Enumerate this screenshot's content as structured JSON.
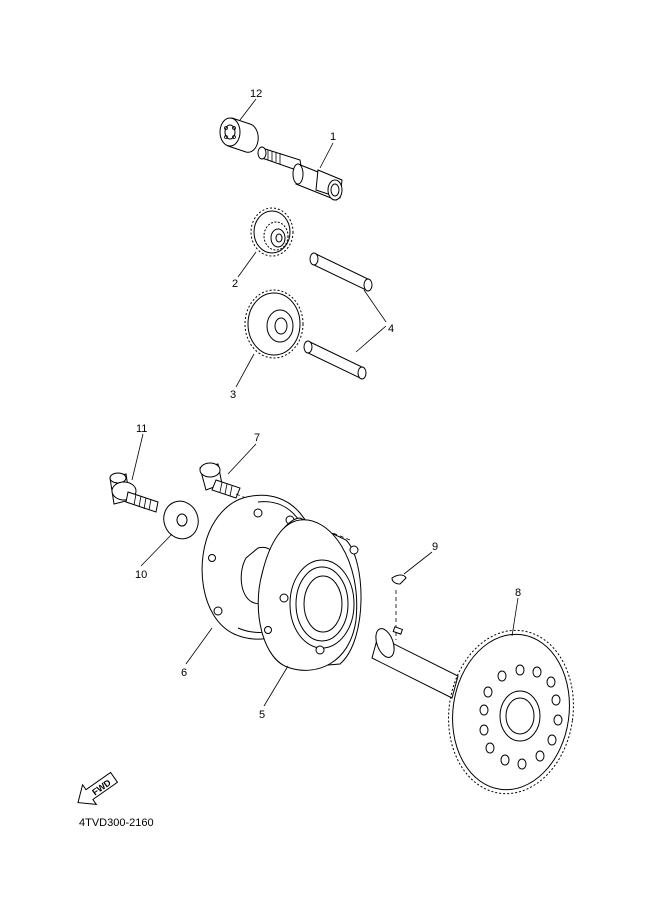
{
  "callouts": {
    "p1": "1",
    "p2": "2",
    "p3": "3",
    "p4": "4",
    "p5": "5",
    "p6": "6",
    "p7": "7",
    "p8": "8",
    "p9": "9",
    "p10": "10",
    "p11": "11",
    "p12": "12"
  },
  "fwd_label": "FWD",
  "part_code": "4TVD300-2160",
  "icons": [
    "forward-arrow-icon"
  ]
}
